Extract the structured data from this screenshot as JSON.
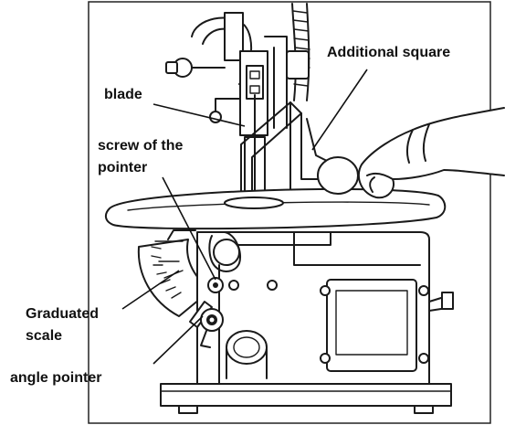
{
  "labels": {
    "additional_square": "Additional square",
    "blade": "blade",
    "screw_line1": "screw of the",
    "screw_line2": "pointer",
    "graduated_line1": "Graduated",
    "graduated_line2": "scale",
    "angle_pointer": "angle pointer"
  }
}
